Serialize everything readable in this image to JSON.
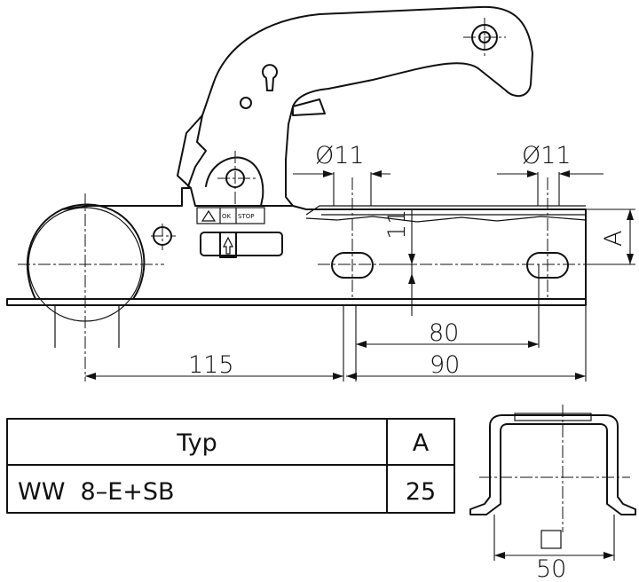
{
  "dimensions": {
    "hole_dia_left": "Ø11",
    "hole_dia_right": "Ø11",
    "slot_offset": "11",
    "height_a": "A",
    "hole_spacing": "80",
    "ball_to_hole": "115",
    "hole_to_end": "90",
    "profile_width": "50"
  },
  "label_plate": {
    "ok": "OK",
    "stop": "STOP"
  },
  "table": {
    "headers": [
      "Typ",
      "A"
    ],
    "rows": [
      [
        "WW  8–E+SB",
        "25"
      ]
    ]
  }
}
